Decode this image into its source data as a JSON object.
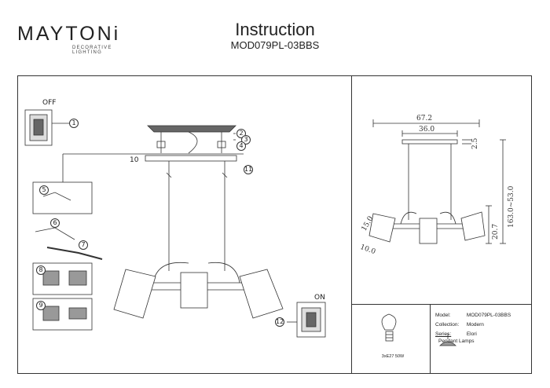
{
  "brand": {
    "name": "MAYTONi",
    "tagline": "DECORATIVE LIGHTING"
  },
  "header": {
    "title": "Instruction",
    "model_code": "MOD079PL-03BBS"
  },
  "switch_labels": {
    "off": "OFF",
    "on": "ON"
  },
  "callouts": [
    "1",
    "2",
    "3",
    "4",
    "5",
    "6",
    "7",
    "8",
    "9",
    "10",
    "11",
    "12"
  ],
  "dimensions": {
    "overall_width": "67.2",
    "canopy_width": "36.0",
    "canopy_height": "2.5",
    "total_height": "163.0~53.0",
    "shade_height": "20.7",
    "shade_length": "15.0",
    "shade_diameter": "10.0"
  },
  "spec": {
    "model_label": "Model:",
    "model_value": "MOD079PL-03BBS",
    "collection_label": "Collection:",
    "collection_value": "Modern",
    "series_label": "Series:",
    "series_value": "Elori",
    "type_value": "Pendant Lamps"
  },
  "bulb": {
    "text": "3xE27 50W"
  },
  "colors": {
    "line": "#333333",
    "fill_dark": "#555555"
  }
}
